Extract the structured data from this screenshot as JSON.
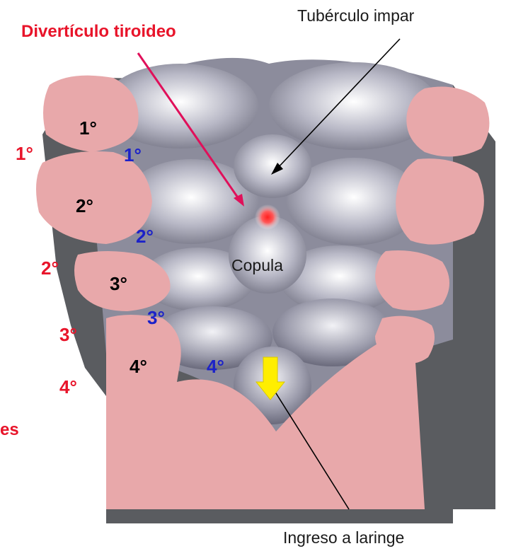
{
  "labels": {
    "thyroid_diverticulum": "Divertículo tiroideo",
    "tuberculum_impar": "Tubérculo  impar",
    "copula": "Copula",
    "laryngeal_inlet": "Ingreso  a laringe",
    "left_partial_text": "es"
  },
  "arch_numbers": [
    "1°",
    "2°",
    "3°",
    "4°"
  ],
  "pouch_numbers": [
    "1°",
    "2°",
    "3°",
    "4°"
  ],
  "groove_numbers": [
    "1°",
    "2°",
    "3°",
    "4°"
  ],
  "colors": {
    "arches": "#e8a8aa",
    "tissue_shadow": "#5a5c60",
    "floor_gray": "#9a9aa8",
    "red": "#e8142a",
    "blue": "#1c22c8",
    "black": "#000000",
    "arrow_yellow": "#ffee00",
    "diverticulum_arrow": "#e0105a"
  }
}
